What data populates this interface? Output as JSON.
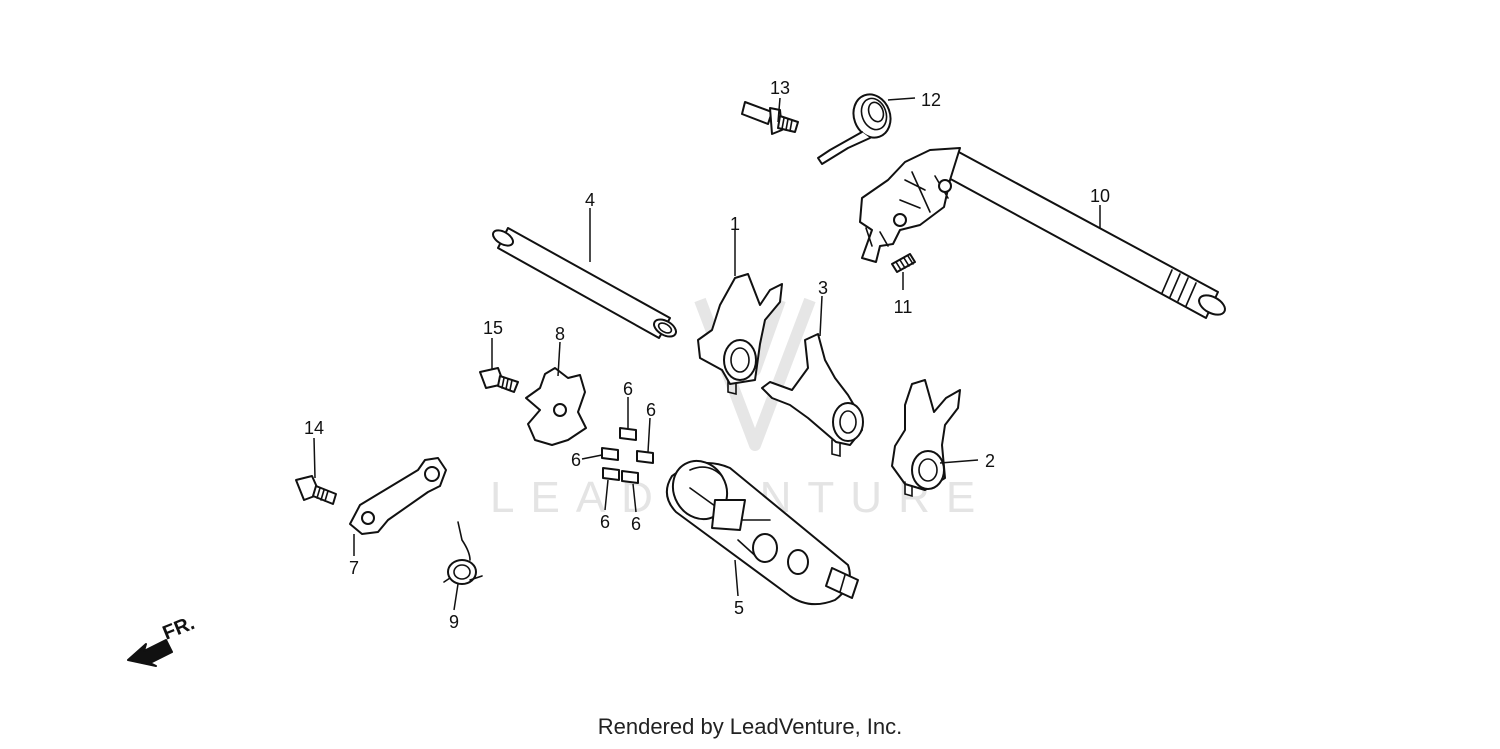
{
  "diagram": {
    "watermark": "LEADVENTURE",
    "direction_label": "FR.",
    "footer": "Rendered by LeadVenture, Inc.",
    "callouts": [
      "1",
      "2",
      "3",
      "4",
      "5",
      "6",
      "6",
      "6",
      "6",
      "6",
      "7",
      "8",
      "9",
      "10",
      "11",
      "12",
      "13",
      "14",
      "15"
    ]
  }
}
